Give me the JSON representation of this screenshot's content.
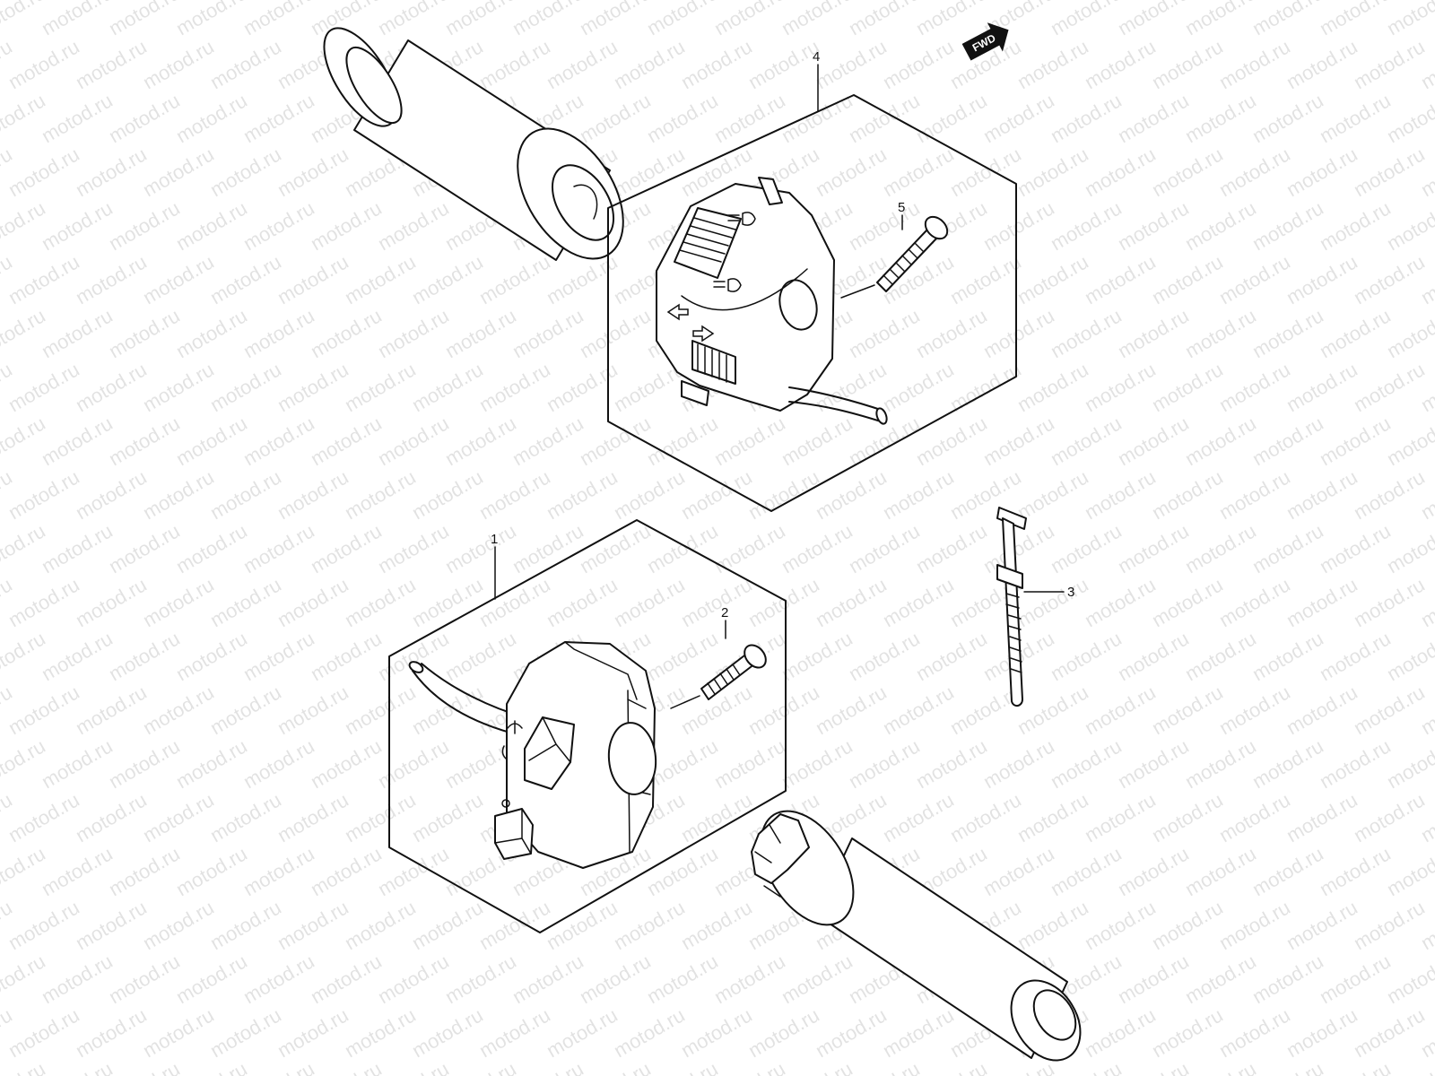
{
  "watermark": "motod.ru",
  "direction_badge": "FWD",
  "callouts": [
    "4",
    "5",
    "1",
    "2",
    "3"
  ],
  "parts": [
    {
      "ref": "1",
      "icon": "left-handlebar-switch-icon"
    },
    {
      "ref": "2",
      "icon": "screw-icon"
    },
    {
      "ref": "3",
      "icon": "cable-tie-icon"
    },
    {
      "ref": "4",
      "icon": "right-handlebar-switch-icon"
    },
    {
      "ref": "5",
      "icon": "screw-icon"
    }
  ],
  "colors": {
    "line": "#111111",
    "background": "#ffffff",
    "badge": "#111111"
  }
}
